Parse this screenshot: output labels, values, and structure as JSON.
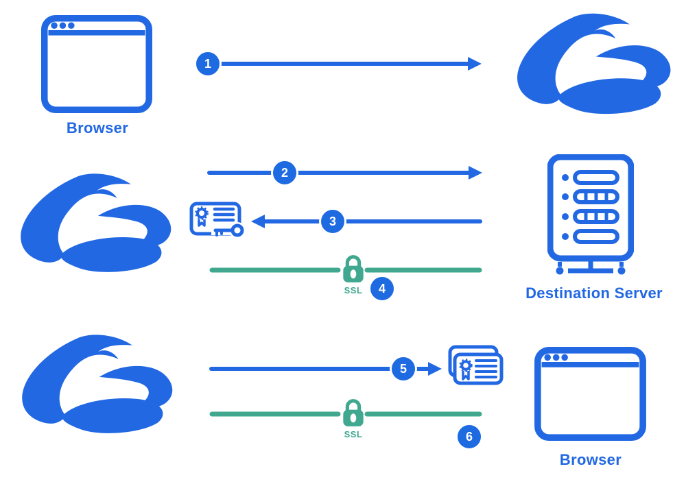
{
  "colors": {
    "primary_blue": "#2268e3",
    "badge_blue": "#1e6ae1",
    "ssl_green": "#41a890",
    "background": "#ffffff"
  },
  "nodes": {
    "browser_top": {
      "label": "Browser",
      "icon": "browser-window-icon"
    },
    "zscaler_cloud_top": {
      "icon": "zscaler-cloud-icon"
    },
    "zscaler_cloud_middle": {
      "icon": "zscaler-cloud-icon"
    },
    "zscaler_cloud_bottom": {
      "icon": "zscaler-cloud-icon"
    },
    "destination_server": {
      "label": "Destination Server",
      "icon": "destination-server-icon"
    },
    "browser_bottom": {
      "label": "Browser",
      "icon": "browser-window-icon"
    }
  },
  "steps": [
    {
      "number": "1"
    },
    {
      "number": "2"
    },
    {
      "number": "3"
    },
    {
      "number": "4"
    },
    {
      "number": "5"
    },
    {
      "number": "6"
    }
  ],
  "ssl_labels": {
    "middle": "SSL",
    "bottom": "SSL"
  },
  "misc_icons": {
    "certificate_with_key": "ssl-certificate-key-icon",
    "certificate_stack": "ssl-certificate-stack-icon",
    "padlock_middle": "padlock-icon",
    "padlock_bottom": "padlock-icon"
  }
}
